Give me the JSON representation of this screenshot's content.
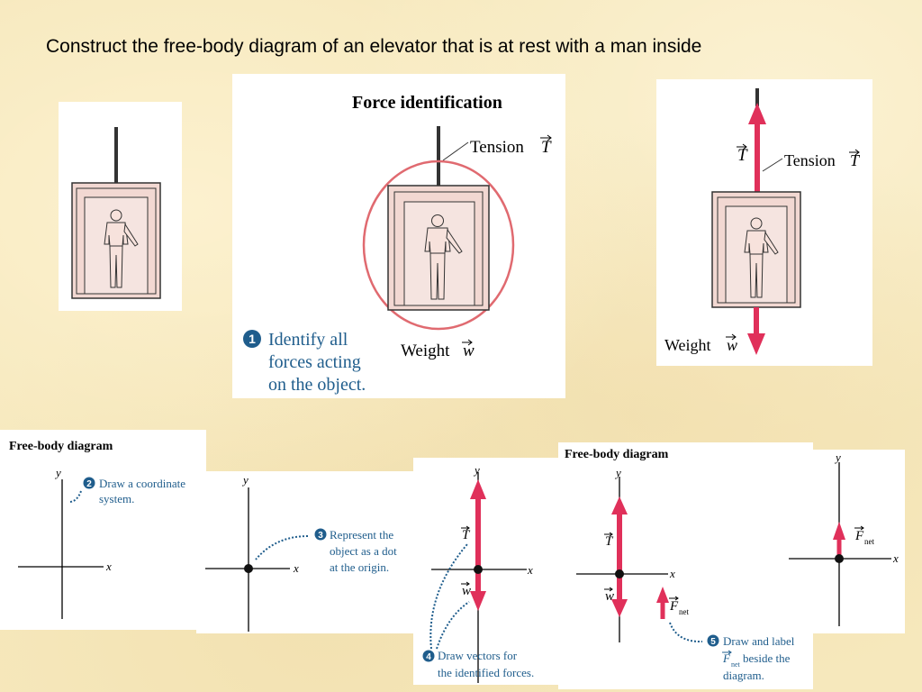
{
  "page": {
    "title": "Construct the free-body diagram of an elevator that is at rest with a man inside"
  },
  "force_identification": {
    "heading": "Force identification",
    "tension_label": "Tension",
    "tension_symbol": "T",
    "weight_label": "Weight",
    "weight_symbol": "w",
    "step_number": "1",
    "step_text_1": "Identify all",
    "step_text_2": "forces acting",
    "step_text_3": "on the object."
  },
  "force_vectors": {
    "tension_symbol": "T",
    "tension_label": "Tension",
    "tension_label_symbol": "T",
    "weight_label": "Weight",
    "weight_symbol": "w"
  },
  "fbd_step2": {
    "heading": "Free-body diagram",
    "y_axis": "y",
    "x_axis": "x",
    "step_number": "2",
    "step_text_1": "Draw a coordinate",
    "step_text_2": "system."
  },
  "fbd_step3": {
    "y_axis": "y",
    "x_axis": "x",
    "step_number": "3",
    "step_text_1": "Represent the",
    "step_text_2": "object as a dot",
    "step_text_3": "at the origin."
  },
  "fbd_step4": {
    "y_axis": "y",
    "x_axis": "x",
    "tension_symbol": "T",
    "weight_symbol": "w",
    "step_number": "4",
    "step_text_1": "Draw vectors for",
    "step_text_2": "the identified forces."
  },
  "fbd_step5": {
    "heading": "Free-body diagram",
    "y_axis": "y",
    "x_axis": "x",
    "tension_symbol": "T",
    "weight_symbol": "w",
    "fnet_symbol": "F",
    "fnet_subscript": "net",
    "step_number": "5",
    "step_text_1": "Draw and label",
    "step_text_2_sub": "net",
    "step_text_2": "beside the",
    "step_text_3": "diagram.",
    "step_text_2_symbol": "F"
  },
  "fbd_net": {
    "y_axis": "y",
    "x_axis": "x",
    "fnet_symbol": "F",
    "fnet_subscript": "net"
  },
  "colors": {
    "force_arrow": "#e0305a",
    "annotation_blue": "#1f5d8c",
    "highlight_circle": "#e06a70",
    "elevator_fill": "#f2d8d2"
  }
}
